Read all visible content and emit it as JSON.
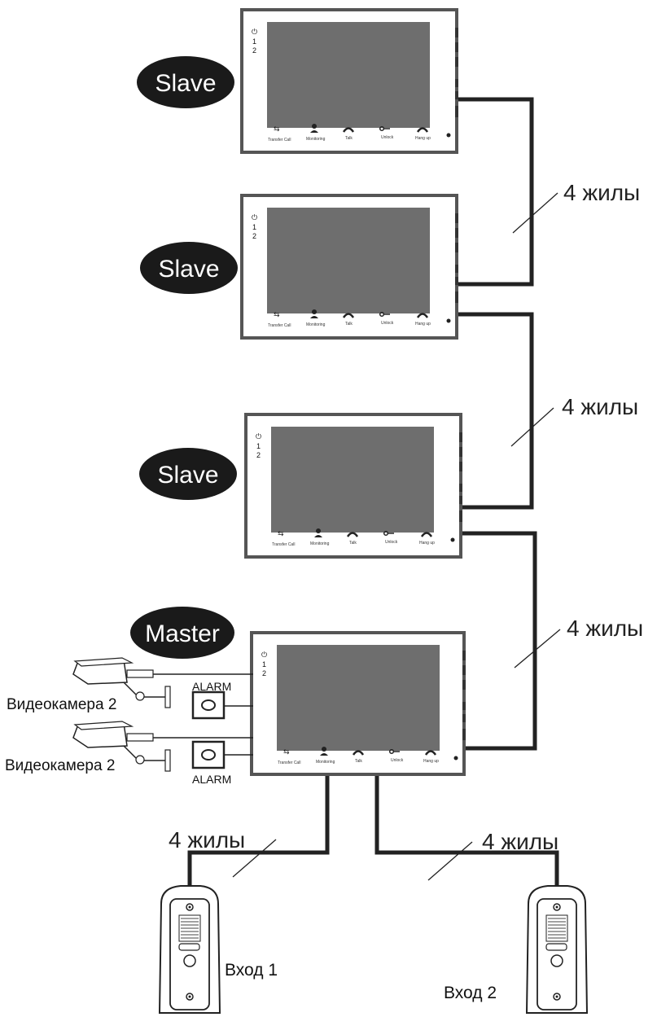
{
  "monitors": [
    {
      "role": "Slave",
      "indicators": [
        "⏻",
        "1",
        "2"
      ],
      "buttons": [
        "Transfer Call",
        "Monitoring",
        "Talk",
        "Unlock",
        "Hang up"
      ]
    },
    {
      "role": "Slave",
      "indicators": [
        "⏻",
        "1",
        "2"
      ],
      "buttons": [
        "Transfer Call",
        "Monitoring",
        "Talk",
        "Unlock",
        "Hang up"
      ]
    },
    {
      "role": "Slave",
      "indicators": [
        "⏻",
        "1",
        "2"
      ],
      "buttons": [
        "Transfer Call",
        "Monitoring",
        "Talk",
        "Unlock",
        "Hang up"
      ]
    },
    {
      "role": "Master",
      "indicators": [
        "⏻",
        "1",
        "2"
      ],
      "buttons": [
        "Transfer Call",
        "Monitoring",
        "Talk",
        "Unlock",
        "Hang up"
      ]
    }
  ],
  "wires": [
    "4 жилы",
    "4 жилы",
    "4 жилы",
    "4 жилы",
    "4 жилы"
  ],
  "cameras": [
    "Видеокамера 2",
    "Видеокамера 2"
  ],
  "alarms": [
    "ALARM",
    "ALARM"
  ],
  "entrances": [
    "Вход 1",
    "Вход 2"
  ],
  "colors": {
    "pill": "#1a1a1a",
    "frame": "#555555",
    "screen": "#6e6e6e",
    "wire": "#222222"
  }
}
